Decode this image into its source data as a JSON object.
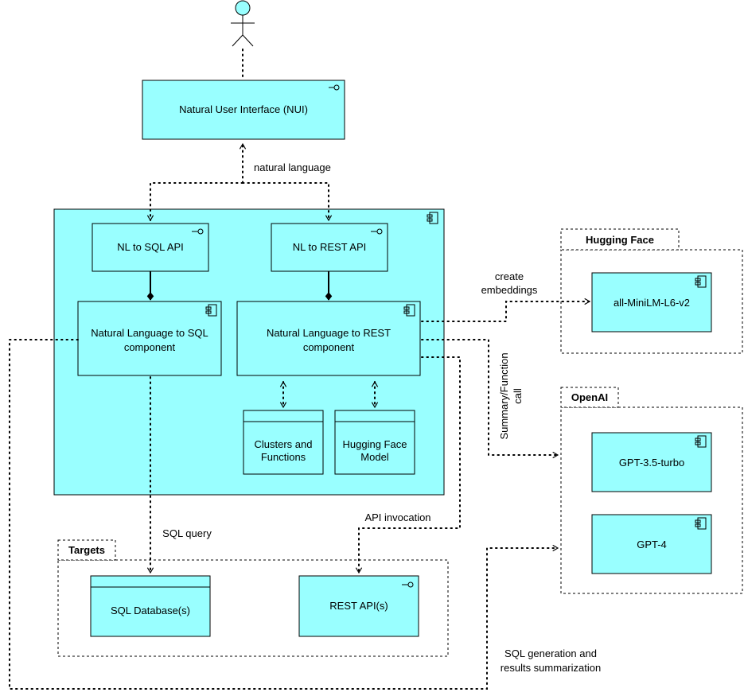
{
  "nodes": {
    "nui": "Natural User Interface (NUI)",
    "nl_sql_api": "NL to SQL API",
    "nl_rest_api": "NL to REST API",
    "nl_sql_component": [
      "Natural Language to SQL",
      "component"
    ],
    "nl_rest_component": [
      "Natural Language to REST",
      "component"
    ],
    "clusters": [
      "Clusters and",
      "Functions"
    ],
    "hf_model": [
      "Hugging Face",
      "Model"
    ],
    "sql_db": "SQL Database(s)",
    "rest_apis": "REST API(s)",
    "minilm": "all-MiniLM-L6-v2",
    "gpt35": "GPT-3.5-turbo",
    "gpt4": "GPT-4"
  },
  "groups": {
    "hugging_face": "Hugging Face",
    "openai": "OpenAI",
    "targets": "Targets"
  },
  "edge_labels": {
    "natural_language": "natural language",
    "create_embeddings": [
      "create",
      "embeddings"
    ],
    "summary_function_call": [
      "Summary/Function",
      "call"
    ],
    "api_invocation": "API invocation",
    "sql_query": "SQL query",
    "sql_generation": [
      "SQL generation and",
      "results summarization"
    ]
  },
  "colors": {
    "component_fill": "#99ffff",
    "stroke": "#000000"
  }
}
